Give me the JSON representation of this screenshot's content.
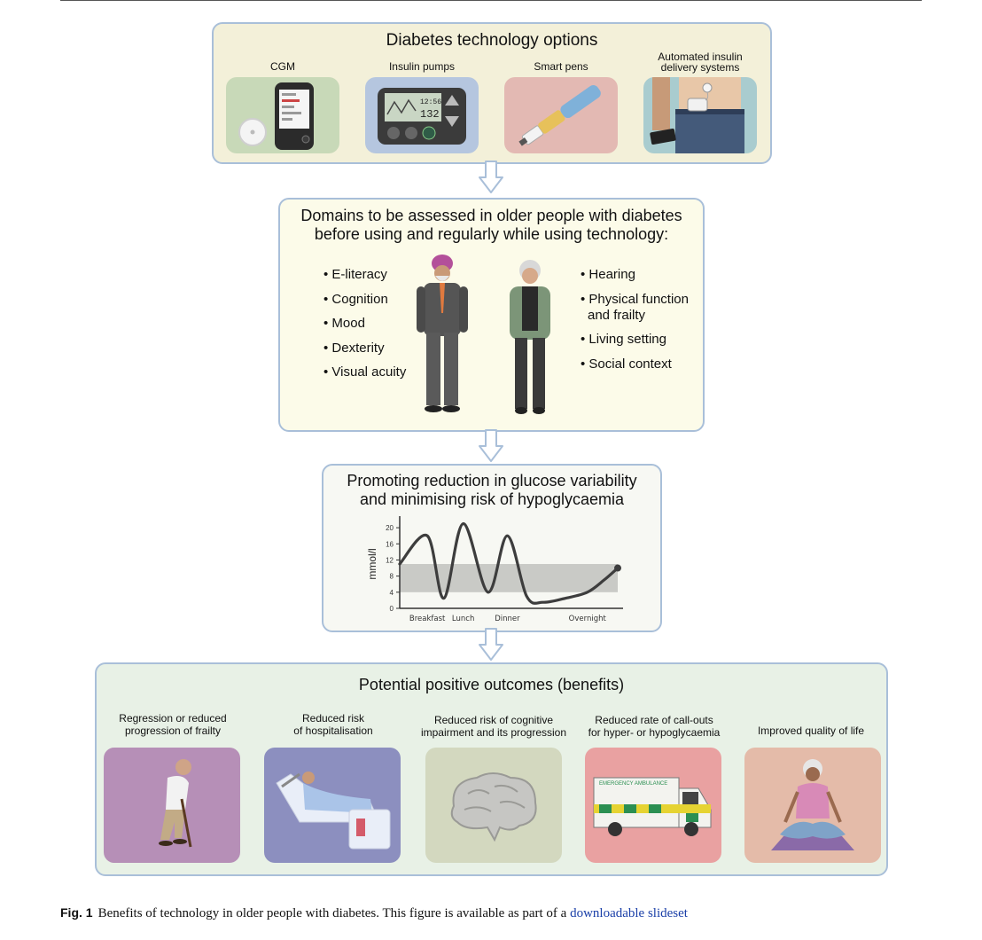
{
  "tech": {
    "title": "Diabetes technology options",
    "items": [
      {
        "label": "CGM",
        "icon": "cgm-device-icon"
      },
      {
        "label": "Insulin pumps",
        "icon": "insulin-pump-icon"
      },
      {
        "label": "Smart pens",
        "icon": "smart-pen-icon"
      },
      {
        "label_line1": "Automated insulin",
        "label_line2": "delivery systems",
        "icon": "aid-system-icon"
      }
    ],
    "pump_screen": {
      "time": "12:56",
      "value": "132"
    }
  },
  "domains": {
    "title_line1": "Domains to be assessed in older people with diabetes",
    "title_line2": "before using and regularly while using technology:",
    "left": [
      "• E-literacy",
      "• Cognition",
      "• Mood",
      "• Dexterity",
      "• Visual acuity"
    ],
    "right": [
      "• Hearing",
      "• Physical function",
      "and frailty",
      "• Living setting",
      "• Social context"
    ]
  },
  "glucose": {
    "title_line1": "Promoting reduction in glucose variability",
    "title_line2": "and minimising risk of hypoglycaemia"
  },
  "chart_data": {
    "type": "line",
    "ylabel": "mmol/l",
    "yticks": [
      0,
      4,
      8,
      12,
      16,
      20
    ],
    "ylim": [
      0,
      22
    ],
    "target_range": [
      4,
      11
    ],
    "xlabels": [
      "Breakfast",
      "Lunch",
      "Dinner",
      "Overnight"
    ],
    "x": [
      0,
      1,
      1.6,
      2.3,
      3.2,
      3.9,
      4.6,
      5.2,
      6.0,
      6.8,
      7.4,
      7.9
    ],
    "y": [
      11,
      18,
      2.5,
      21,
      4,
      18,
      3,
      1.5,
      2.5,
      4,
      7,
      10
    ],
    "series": [
      {
        "values": [
          11,
          18,
          2.5,
          21,
          4,
          18,
          3,
          1.5,
          2.5,
          4,
          7,
          10
        ]
      }
    ]
  },
  "outcomes": {
    "title": "Potential positive outcomes (benefits)",
    "items": [
      {
        "line1": "Regression or reduced",
        "line2": "progression of frailty",
        "icon": "walking-stick-icon"
      },
      {
        "line1": "Reduced risk",
        "line2": "of hospitalisation",
        "icon": "hospital-bed-icon"
      },
      {
        "line1": "Reduced risk of cognitive",
        "line2": "impairment and its progression",
        "icon": "brain-icon"
      },
      {
        "line1": "Reduced rate of call-outs",
        "line2": "for hyper- or hypoglycaemia",
        "icon": "ambulance-icon"
      },
      {
        "line1": "Improved quality of life",
        "line2": "",
        "icon": "meditation-icon"
      }
    ],
    "ambulance_text": "EMERGENCY AMBULANCE"
  },
  "caption": {
    "fig": "Fig. 1",
    "text": "Benefits of technology in older people with diabetes. This figure is available as part of a ",
    "link": "downloadable slideset"
  },
  "colors": {
    "panel_border": "#a9bfd9",
    "tech_bg": "#f3f0d9",
    "domains_bg": "#fcfbe9",
    "chart_bg": "#f7f8f3",
    "outcomes_bg": "#e8f1e6"
  }
}
